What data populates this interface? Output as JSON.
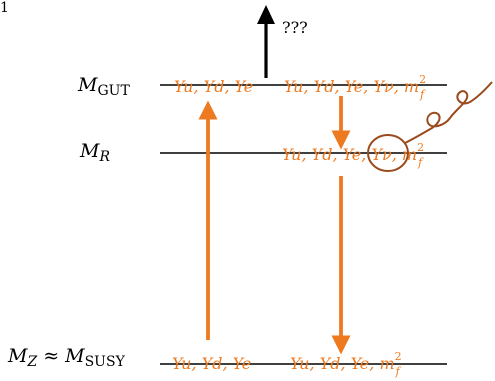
{
  "corner_mark": "1",
  "top_arrow_label": "???",
  "scales": {
    "gut": {
      "symbol": "M",
      "sub": "GUT"
    },
    "r": {
      "symbol": "M",
      "sub": "R"
    },
    "z": {
      "symbol": "M",
      "sub": "Z",
      "approx": "≈",
      "symbol2": "M",
      "sub2": "SUSY"
    }
  },
  "rows": {
    "gut": {
      "left": "Yu, Yd, Ye",
      "right_plain": "Yu, Yd, Ye, ",
      "right_nu": "Yν",
      "right_tail": ", m",
      "right_sup": "2",
      "right_sub": "f"
    },
    "r": {
      "plain": "Yu, Yd, Ye, ",
      "nu": "Yν",
      "tail": ", m",
      "sup": "2",
      "sub": "f"
    },
    "z": {
      "left": "Yu, Yd, Ye",
      "right": "Yu, Yd, Ye, m",
      "right_sup": "2",
      "right_sub": "f"
    }
  },
  "colors": {
    "orange": "#ee7a20",
    "brown": "#9a4a1c",
    "black": "#000000"
  }
}
